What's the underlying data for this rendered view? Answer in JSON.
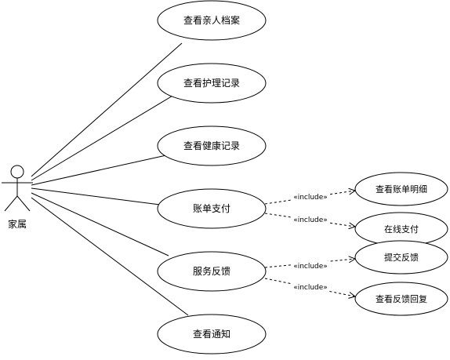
{
  "actor": {
    "label": "家属"
  },
  "use_cases": [
    {
      "id": "uc1",
      "label": "查看亲人档案"
    },
    {
      "id": "uc2",
      "label": "查看护理记录"
    },
    {
      "id": "uc3",
      "label": "查看健康记录"
    },
    {
      "id": "uc4",
      "label": "账单支付"
    },
    {
      "id": "uc5",
      "label": "服务反馈"
    },
    {
      "id": "uc6",
      "label": "查看通知"
    }
  ],
  "included": [
    {
      "id": "inc1",
      "label": "查看账单明细",
      "from": "uc4"
    },
    {
      "id": "inc2",
      "label": "在线支付",
      "from": "uc4"
    },
    {
      "id": "inc3",
      "label": "提交反馈",
      "from": "uc5"
    },
    {
      "id": "inc4",
      "label": "查看反馈回复",
      "from": "uc5"
    }
  ],
  "include_stereotype": "«include»",
  "colors": {
    "stroke": "#000000",
    "fill": "#ffffff"
  }
}
